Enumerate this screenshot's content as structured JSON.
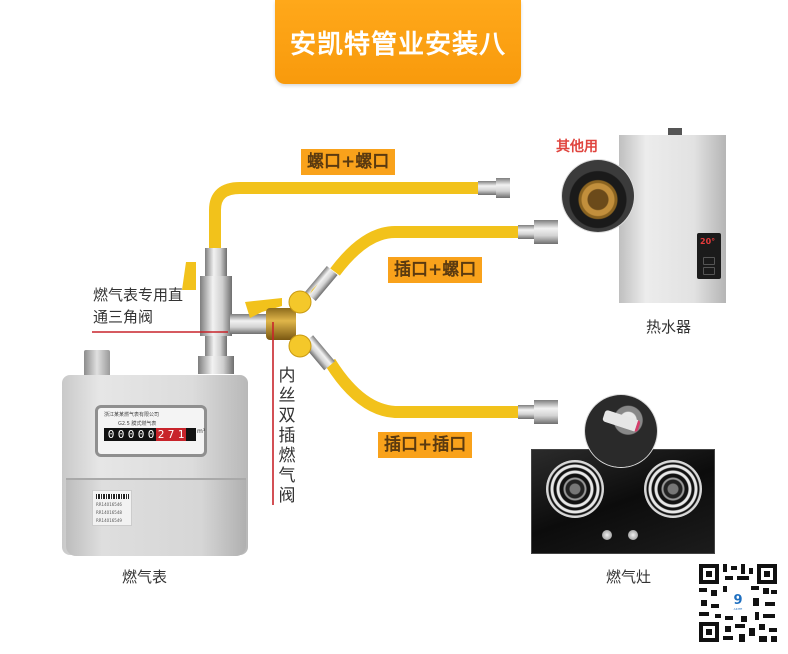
{
  "title": "安凯特管业安装八",
  "connection_tags": {
    "screw_screw": "螺口+螺口",
    "plug_screw": "插口+螺口",
    "plug_plug": "插口+插口"
  },
  "callouts": {
    "other_use": "其他用",
    "meter_valve": "燃气表专用直通三角阀",
    "y_valve": "内丝双插燃气阀"
  },
  "appliances": {
    "water_heater": "热水器",
    "gas_meter": "燃气表",
    "gas_stove": "燃气灶"
  },
  "meter": {
    "brand_line": "浙江某某燃气表有限公司",
    "model": "G2.5 膜式燃气表",
    "digits": [
      "0",
      "0",
      "0",
      "0",
      "0"
    ],
    "red_digits": [
      "2",
      "7",
      "1"
    ],
    "unit": "m³",
    "serials": [
      "RR14016546",
      "RR14016548",
      "RR14016549"
    ]
  },
  "heater_display": "20°",
  "qr_logo_text": "AKITE",
  "colors": {
    "banner": "#f89a0c",
    "tag_bg": "#f9a21b",
    "tag_text": "#5a3a10",
    "callout_red": "#e0453f",
    "hose_yellow": "#f2c21b",
    "reference_line": "#c8242b"
  }
}
